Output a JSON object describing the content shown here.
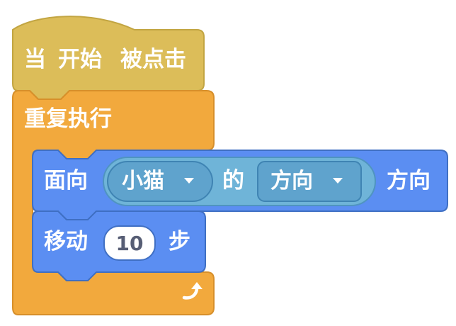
{
  "hat_block": {
    "label_when": "当",
    "label_flag": "开始",
    "label_clicked": "被点击",
    "color": "#dcbd59"
  },
  "forever_block": {
    "label": "重复执行",
    "loop_arrow_icon": "loop-arrow",
    "color": "#f2a93d"
  },
  "point_towards_block": {
    "label_face": "面向",
    "sensing_reporter": {
      "sprite_menu_value": "小猫",
      "label_of": "的",
      "property_menu_value": "方向"
    },
    "label_direction": "方向",
    "color": "#5b8ef2"
  },
  "move_block": {
    "label_move": "移动",
    "steps_value": "10",
    "label_steps": "步",
    "color": "#5b8ef2"
  }
}
